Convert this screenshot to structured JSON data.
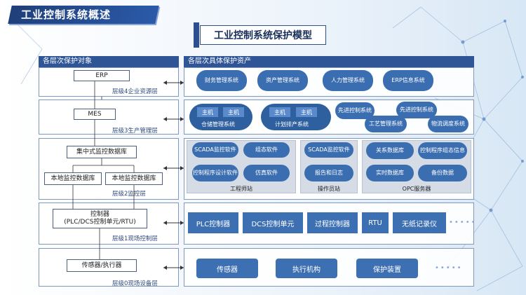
{
  "header": {
    "banner": "工业控制系统概述",
    "model_title": "工业控制系统保护模型"
  },
  "left_col": {
    "title": "各层次保护对象",
    "erp": "ERP",
    "layer4": "层级4企业资源层",
    "mes": "MES",
    "layer3": "层级3生产管理层",
    "central_db": "集中式监控数据库",
    "local_db_1": "本地监控数据库",
    "local_db_2": "本地监控数据库",
    "layer2": "层级2监控层",
    "controller": "控制器\n(PLC/DCS控制单元/RTU)",
    "layer1": "层级1现场控制层",
    "sensors": "传感器/执行器",
    "layer0": "层级0现场设备层"
  },
  "right_col": {
    "title": "各层次具体保护资产",
    "l4": [
      "财务管理系统",
      "资产管理系统",
      "人力管理系统",
      "ERP信息系统"
    ],
    "l3": {
      "warehouse_host1": "主机",
      "warehouse_host2": "主机",
      "warehouse_label": "仓储管理系统",
      "plan_host1": "主机",
      "plan_host2": "主机",
      "plan_label": "计划排产系统",
      "adv1": "先进控制系统",
      "adv2": "先进控制系统",
      "craft": "工艺管理系统",
      "logistics": "物流调度系统"
    },
    "l2": {
      "eng_items": [
        "SCADA监控软件",
        "组态软件",
        "控制程序设计软件",
        "仿真软件"
      ],
      "eng_label": "工程师站",
      "op_items": [
        "SCADA监控软件",
        "报告和日志"
      ],
      "op_label": "操作员站",
      "opc_items": [
        "关系数据库",
        "控制程序组态信息",
        "实时数据库",
        "备份数据"
      ],
      "opc_label": "OPC服务器"
    },
    "l1": [
      "PLC控制器",
      "DCS控制单元",
      "过程控制器",
      "RTU",
      "无纸记录仪"
    ],
    "l1_more": "•••••",
    "l0": [
      "传感器",
      "执行机构",
      "保护装置"
    ],
    "l0_more": "•••••"
  }
}
